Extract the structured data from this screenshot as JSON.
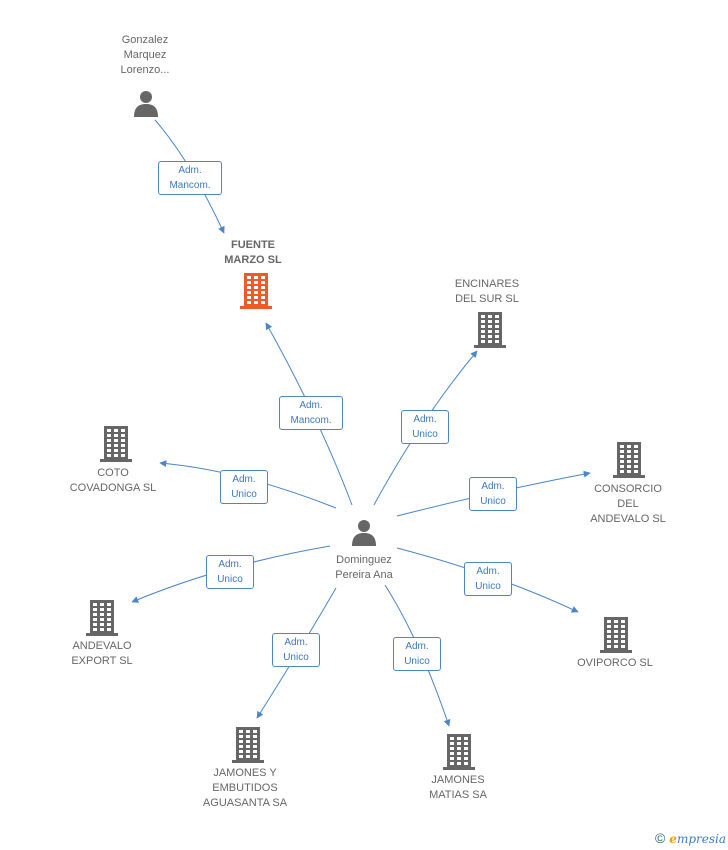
{
  "colors": {
    "edge": "#4a86c8",
    "building": "#666666",
    "building_focus": "#f05a28",
    "person": "#666666"
  },
  "nodes": {
    "gonzalez": {
      "label": "Gonzalez\nMarquez\nLorenzo...",
      "icon": "person-icon"
    },
    "fuente": {
      "label": "FUENTE\nMARZO SL",
      "icon": "building-icon"
    },
    "encinares": {
      "label": "ENCINARES\nDEL SUR SL",
      "icon": "building-icon"
    },
    "coto": {
      "label": "COTO\nCOVADONGA SL",
      "icon": "building-icon"
    },
    "consorcio": {
      "label": "CONSORCIO\nDEL\nANDEVALO SL",
      "icon": "building-icon"
    },
    "dominguez": {
      "label": "Dominguez\nPereira Ana",
      "icon": "person-icon"
    },
    "andevalo": {
      "label": "ANDEVALO\nEXPORT SL",
      "icon": "building-icon"
    },
    "oviporco": {
      "label": "OVIPORCO SL",
      "icon": "building-icon"
    },
    "jamones_emb": {
      "label": "JAMONES Y\nEMBUTIDOS\nAGUASANTA SA",
      "icon": "building-icon"
    },
    "jamones_matias": {
      "label": "JAMONES\nMATIAS SA",
      "icon": "building-icon"
    }
  },
  "edges": [
    {
      "from": "gonzalez",
      "to": "fuente",
      "label": "Adm.\nMancom."
    },
    {
      "from": "dominguez",
      "to": "fuente",
      "label": "Adm.\nMancom."
    },
    {
      "from": "dominguez",
      "to": "encinares",
      "label": "Adm.\nUnico"
    },
    {
      "from": "dominguez",
      "to": "coto",
      "label": "Adm.\nUnico"
    },
    {
      "from": "dominguez",
      "to": "consorcio",
      "label": "Adm.\nUnico"
    },
    {
      "from": "dominguez",
      "to": "andevalo",
      "label": "Adm.\nUnico"
    },
    {
      "from": "dominguez",
      "to": "oviporco",
      "label": "Adm.\nUnico"
    },
    {
      "from": "dominguez",
      "to": "jamones_emb",
      "label": "Adm.\nUnico"
    },
    {
      "from": "dominguez",
      "to": "jamones_matias",
      "label": "Adm.\nUnico"
    }
  ],
  "footer": {
    "copyright": "©",
    "brand_initial": "e",
    "brand_rest": "mpresia"
  }
}
